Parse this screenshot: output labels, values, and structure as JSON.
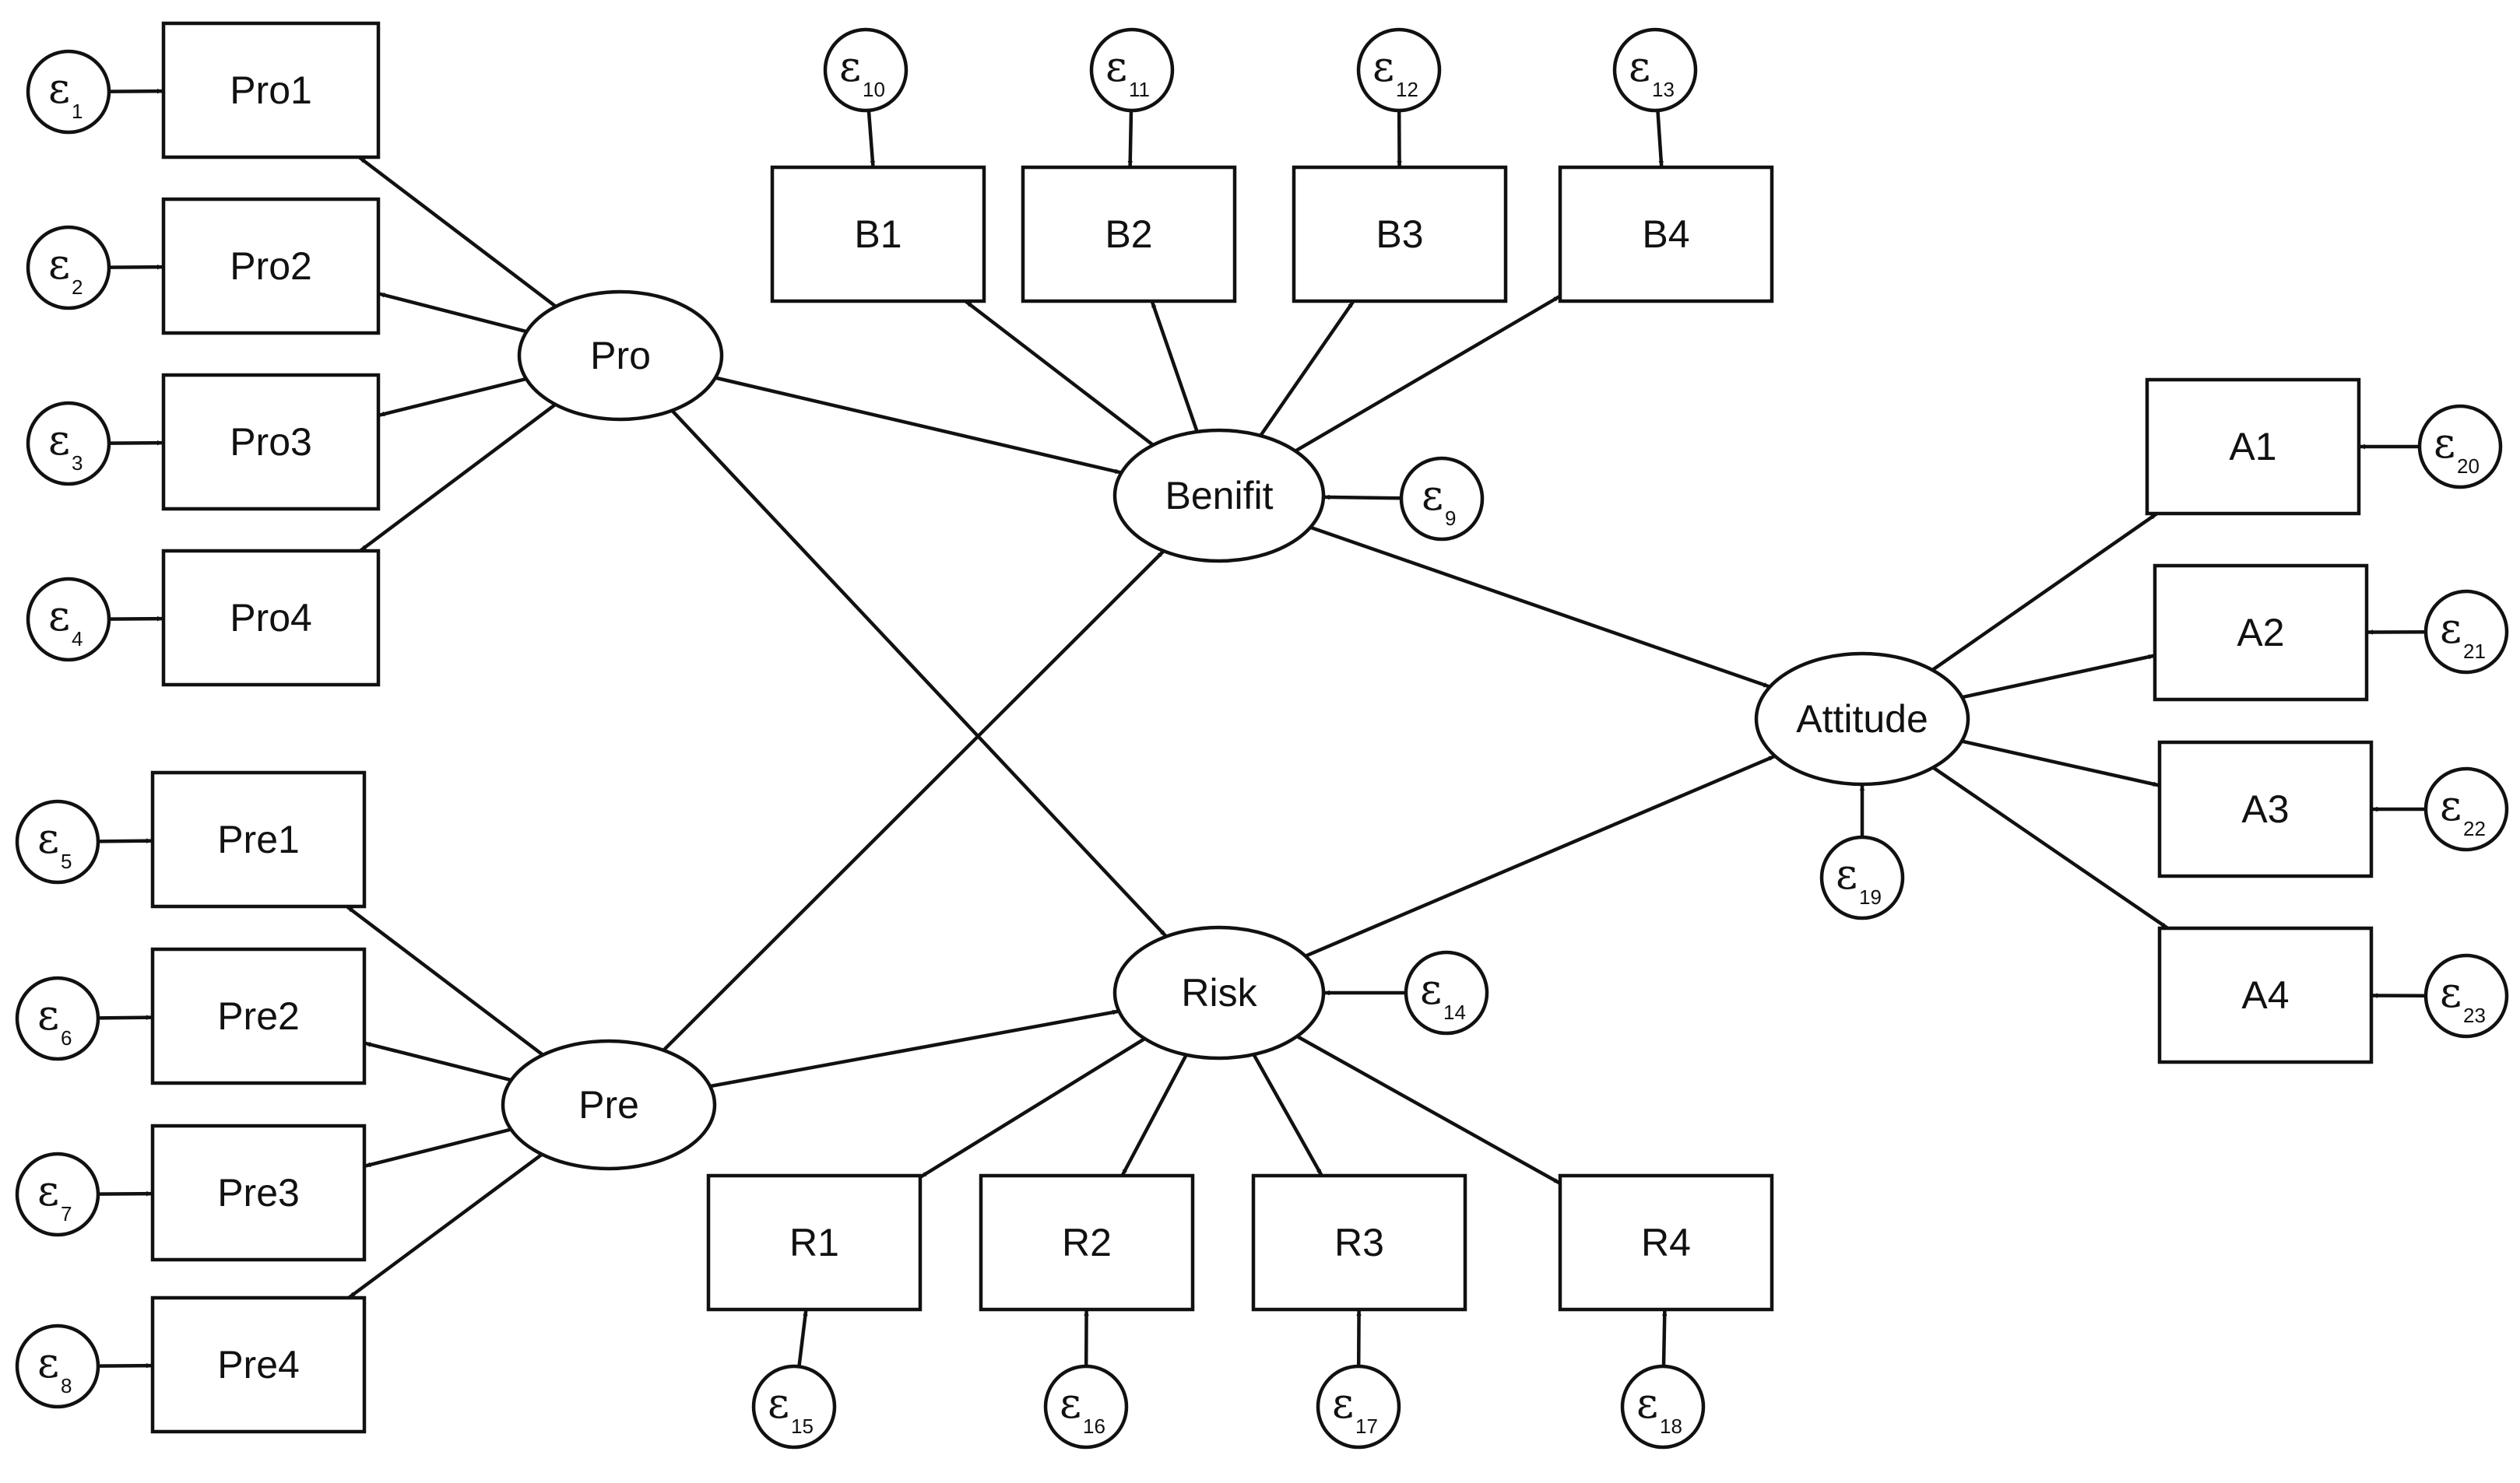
{
  "diagram": {
    "type": "structural-equation-model",
    "error_symbol": "ε",
    "latent": [
      {
        "id": "pro",
        "label": "Pro"
      },
      {
        "id": "pre",
        "label": "Pre"
      },
      {
        "id": "benifit",
        "label": "Benifit"
      },
      {
        "id": "risk",
        "label": "Risk"
      },
      {
        "id": "attitude",
        "label": "Attitude"
      }
    ],
    "observed": [
      {
        "id": "pro1",
        "label": "Pro1"
      },
      {
        "id": "pro2",
        "label": "Pro2"
      },
      {
        "id": "pro3",
        "label": "Pro3"
      },
      {
        "id": "pro4",
        "label": "Pro4"
      },
      {
        "id": "pre1",
        "label": "Pre1"
      },
      {
        "id": "pre2",
        "label": "Pre2"
      },
      {
        "id": "pre3",
        "label": "Pre3"
      },
      {
        "id": "pre4",
        "label": "Pre4"
      },
      {
        "id": "b1",
        "label": "B1"
      },
      {
        "id": "b2",
        "label": "B2"
      },
      {
        "id": "b3",
        "label": "B3"
      },
      {
        "id": "b4",
        "label": "B4"
      },
      {
        "id": "r1",
        "label": "R1"
      },
      {
        "id": "r2",
        "label": "R2"
      },
      {
        "id": "r3",
        "label": "R3"
      },
      {
        "id": "r4",
        "label": "R4"
      },
      {
        "id": "a1",
        "label": "A1"
      },
      {
        "id": "a2",
        "label": "A2"
      },
      {
        "id": "a3",
        "label": "A3"
      },
      {
        "id": "a4",
        "label": "A4"
      }
    ],
    "errors": [
      {
        "id": "e1",
        "subscript": "1",
        "target": "pro1"
      },
      {
        "id": "e2",
        "subscript": "2",
        "target": "pro2"
      },
      {
        "id": "e3",
        "subscript": "3",
        "target": "pro3"
      },
      {
        "id": "e4",
        "subscript": "4",
        "target": "pro4"
      },
      {
        "id": "e5",
        "subscript": "5",
        "target": "pre1"
      },
      {
        "id": "e6",
        "subscript": "6",
        "target": "pre2"
      },
      {
        "id": "e7",
        "subscript": "7",
        "target": "pre3"
      },
      {
        "id": "e8",
        "subscript": "8",
        "target": "pre4"
      },
      {
        "id": "e9",
        "subscript": "9",
        "target": "benifit"
      },
      {
        "id": "e10",
        "subscript": "10",
        "target": "b1"
      },
      {
        "id": "e11",
        "subscript": "11",
        "target": "b2"
      },
      {
        "id": "e12",
        "subscript": "12",
        "target": "b3"
      },
      {
        "id": "e13",
        "subscript": "13",
        "target": "b4"
      },
      {
        "id": "e14",
        "subscript": "14",
        "target": "risk"
      },
      {
        "id": "e15",
        "subscript": "15",
        "target": "r1"
      },
      {
        "id": "e16",
        "subscript": "16",
        "target": "r2"
      },
      {
        "id": "e17",
        "subscript": "17",
        "target": "r3"
      },
      {
        "id": "e18",
        "subscript": "18",
        "target": "r4"
      },
      {
        "id": "e19",
        "subscript": "19",
        "target": "attitude"
      },
      {
        "id": "e20",
        "subscript": "20",
        "target": "a1"
      },
      {
        "id": "e21",
        "subscript": "21",
        "target": "a2"
      },
      {
        "id": "e22",
        "subscript": "22",
        "target": "a3"
      },
      {
        "id": "e23",
        "subscript": "23",
        "target": "a4"
      }
    ],
    "paths": [
      {
        "from": "pro",
        "to": "pro1"
      },
      {
        "from": "pro",
        "to": "pro2"
      },
      {
        "from": "pro",
        "to": "pro3"
      },
      {
        "from": "pro",
        "to": "pro4"
      },
      {
        "from": "pre",
        "to": "pre1"
      },
      {
        "from": "pre",
        "to": "pre2"
      },
      {
        "from": "pre",
        "to": "pre3"
      },
      {
        "from": "pre",
        "to": "pre4"
      },
      {
        "from": "benifit",
        "to": "b1"
      },
      {
        "from": "benifit",
        "to": "b2"
      },
      {
        "from": "benifit",
        "to": "b3"
      },
      {
        "from": "benifit",
        "to": "b4"
      },
      {
        "from": "risk",
        "to": "r1"
      },
      {
        "from": "risk",
        "to": "r2"
      },
      {
        "from": "risk",
        "to": "r3"
      },
      {
        "from": "risk",
        "to": "r4"
      },
      {
        "from": "attitude",
        "to": "a1"
      },
      {
        "from": "attitude",
        "to": "a2"
      },
      {
        "from": "attitude",
        "to": "a3"
      },
      {
        "from": "attitude",
        "to": "a4"
      },
      {
        "from": "pro",
        "to": "benifit"
      },
      {
        "from": "pro",
        "to": "risk"
      },
      {
        "from": "pre",
        "to": "benifit"
      },
      {
        "from": "pre",
        "to": "risk"
      },
      {
        "from": "benifit",
        "to": "attitude"
      },
      {
        "from": "risk",
        "to": "attitude"
      }
    ]
  }
}
